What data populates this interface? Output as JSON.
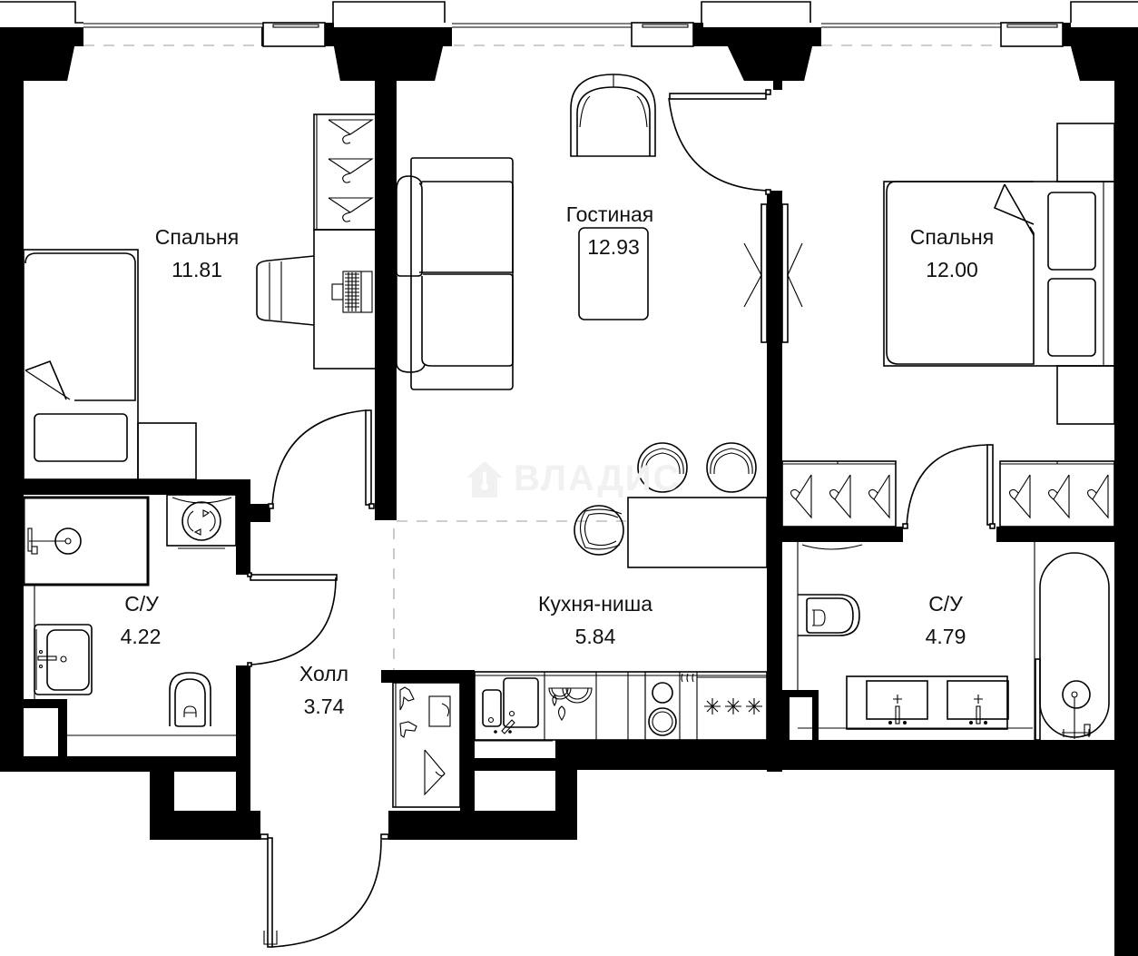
{
  "plan": {
    "type": "apartment-floor-plan",
    "watermark": "ВЛАДИС",
    "colors": {
      "wall": "#000000",
      "line": "#000000",
      "background": "#ffffff",
      "dashed_boundary": "#bdbdbd",
      "watermark": "#f1f1f1"
    },
    "rooms": [
      {
        "id": "bedroom-left",
        "label": "Спальня",
        "area": "11.81"
      },
      {
        "id": "living-room",
        "label": "Гостиная",
        "area": "12.93"
      },
      {
        "id": "bedroom-right",
        "label": "Спальня",
        "area": "12.00"
      },
      {
        "id": "bathroom-left",
        "label": "С/У",
        "area": "4.22"
      },
      {
        "id": "hall",
        "label": "Холл",
        "area": "3.74"
      },
      {
        "id": "kitchen-niche",
        "label": "Кухня-ниша",
        "area": "5.84"
      },
      {
        "id": "bathroom-right",
        "label": "С/У",
        "area": "4.79"
      }
    ],
    "furniture_icons": [
      "single-bed-icon",
      "desk-icon",
      "office-chair-icon",
      "laptop-icon",
      "wardrobe-hanger-icon",
      "sofa-icon",
      "armchair-icon",
      "coffee-table-icon",
      "bar-stool-icon",
      "bar-counter-icon",
      "double-bed-icon",
      "nightstand-icon",
      "shower-icon",
      "washing-machine-icon",
      "washbasin-icon",
      "toilet-icon",
      "bathtub-icon",
      "double-vanity-icon",
      "kitchen-sink-icon",
      "dishwasher-icon",
      "oven-icon",
      "cooktop-icon",
      "shoe-rack-icon",
      "door-swing-icon",
      "window-icon",
      "radiator-icon"
    ]
  }
}
